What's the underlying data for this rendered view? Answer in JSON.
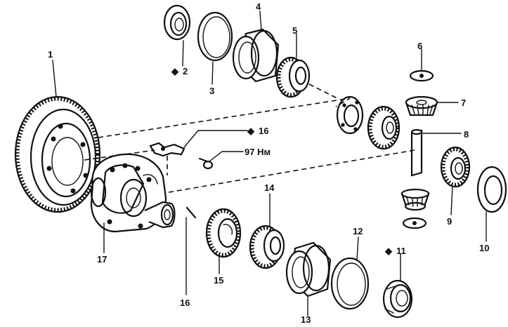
{
  "labels": {
    "l1": "1",
    "l2": "2",
    "l3": "3",
    "l4": "4",
    "l5": "5",
    "l6": "6",
    "l7": "7",
    "l8": "8",
    "l9": "9",
    "l10": "10",
    "l11": "11",
    "l12": "12",
    "l13": "13",
    "l14": "14",
    "l15": "15",
    "l16a": "16",
    "l16b": "16",
    "l17": "17",
    "torque": "97 Нм",
    "mark": "◆"
  }
}
